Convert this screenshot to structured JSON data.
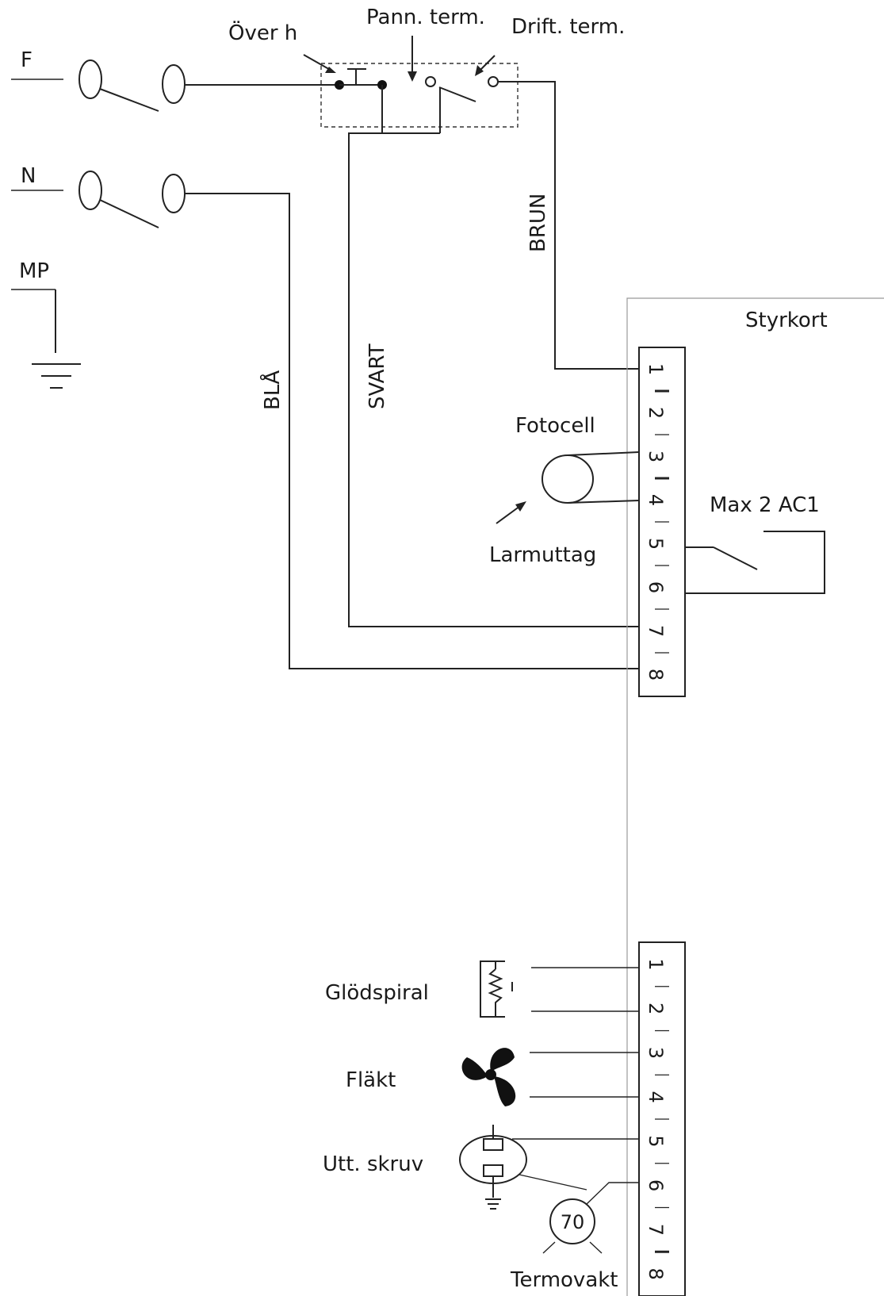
{
  "labels": {
    "phase": "F",
    "neutral": "N",
    "ground": "MP",
    "over_heat": "Över h",
    "boiler_thermostat": "Pann. term.",
    "operating_thermostat": "Drift. term.",
    "wire_brown": "BRUN",
    "wire_black": "SVART",
    "wire_blue": "BLÅ",
    "control_board": "Styrkort",
    "photocell": "Fotocell",
    "alarm_output": "Larmuttag",
    "relay_rating": "Max 2 AC1",
    "glow_coil": "Glödspiral",
    "fan": "Fläkt",
    "feed_screw": "Utt. skruv",
    "thermostat_guard": "Termovakt",
    "thermostat_value": "70"
  },
  "upper_terminal_block": {
    "terminals": [
      "1",
      "2",
      "3",
      "4",
      "5",
      "6",
      "7",
      "8"
    ]
  },
  "lower_terminal_block": {
    "terminals": [
      "1",
      "2",
      "3",
      "4",
      "5",
      "6",
      "7",
      "8"
    ]
  }
}
